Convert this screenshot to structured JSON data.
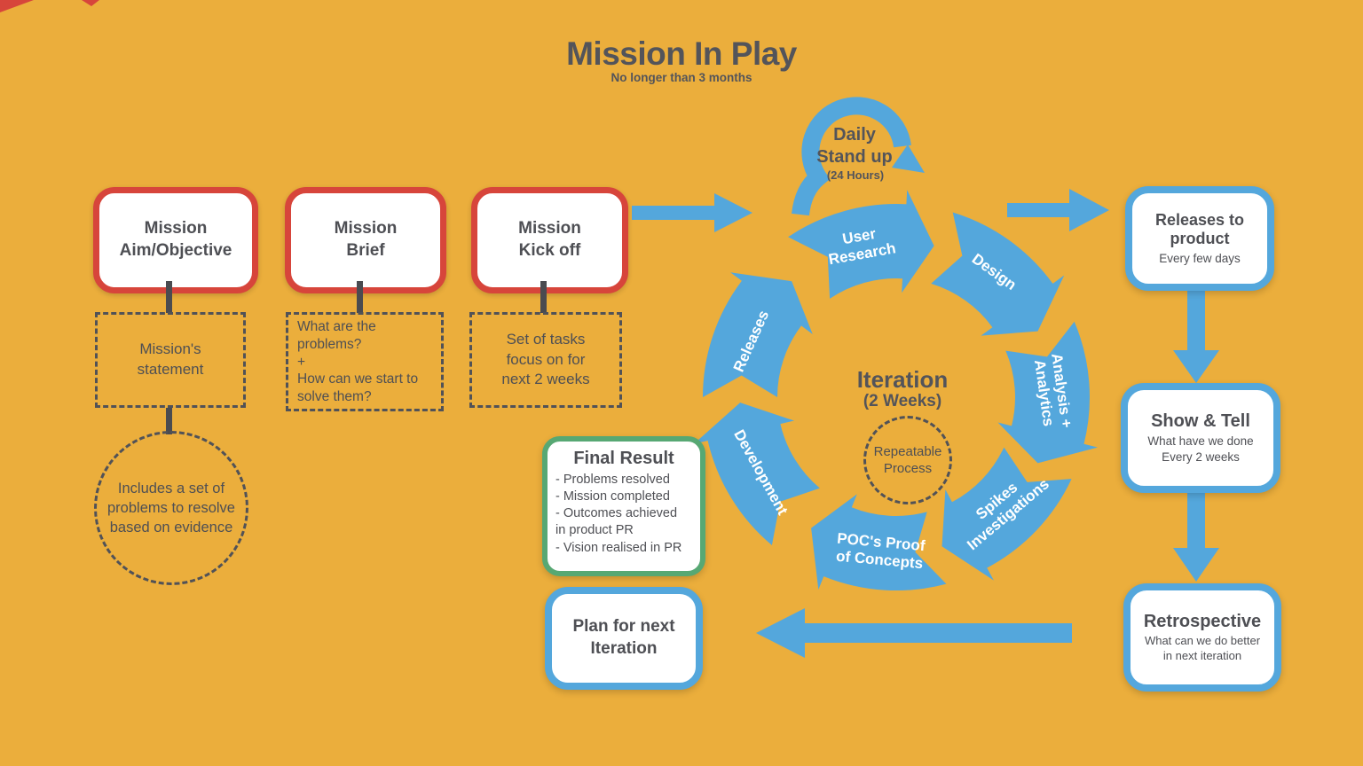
{
  "title": "Mission In Play",
  "subtitle": "No longer than 3 months",
  "colors": {
    "background": "#EBAE3C",
    "blue": "#54A7DC",
    "red": "#D7453B",
    "green": "#57A873",
    "dark_text": "#4E4F54"
  },
  "stage_boxes": [
    {
      "label": "Mission\nAim/Objective",
      "note": "Mission's\nstatement"
    },
    {
      "label": "Mission\nBrief",
      "note": "What are the\nproblems?\n+\nHow can we start to\nsolve them?"
    },
    {
      "label": "Mission\nKick off",
      "note": "Set of tasks\nfocus on for\nnext 2 weeks"
    }
  ],
  "evidence_circle": "Includes a set of\nproblems to resolve\nbased on evidence",
  "daily_standup": {
    "title": "Daily\nStand up",
    "subtitle": "(24 Hours)"
  },
  "cycle": {
    "center_title": "Iteration",
    "center_subtitle": "(2 Weeks)",
    "center_circle": "Repeatable\nProcess",
    "segments": [
      {
        "label": "User\nResearch"
      },
      {
        "label": "Design"
      },
      {
        "label": "Analysis +\nAnalytics"
      },
      {
        "label": "Spikes\nInvestigations"
      },
      {
        "label": "POC's Proof\nof Concepts"
      },
      {
        "label": "Development"
      },
      {
        "label": "Releases"
      }
    ]
  },
  "final_result": {
    "title": "Final Result",
    "items": "- Problems resolved\n- Mission completed\n- Outcomes achieved\n   in product  PR\n- Vision realised in PR"
  },
  "plan_box": {
    "label": "Plan for next\nIteration"
  },
  "right_boxes": [
    {
      "title": "Releases to\nproduct",
      "subtitle": "Every few days"
    },
    {
      "title": "Show & Tell",
      "subtitle": "What have we done\nEvery 2 weeks"
    },
    {
      "title": "Retrospective",
      "subtitle": "What can we do better\nin next  iteration"
    }
  ]
}
